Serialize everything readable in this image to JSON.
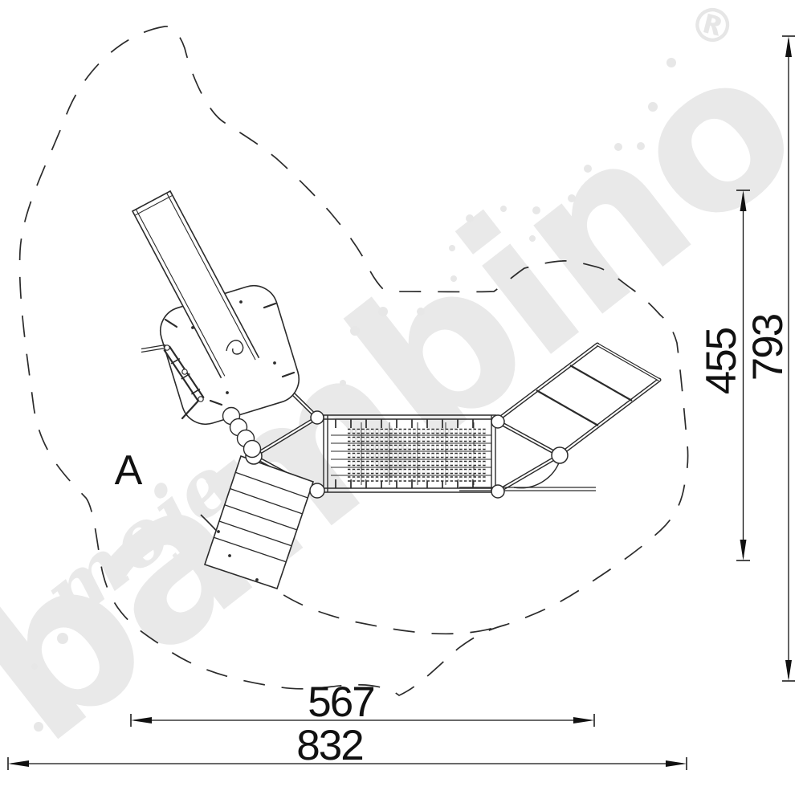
{
  "drawing": {
    "area_label": "A",
    "dimensions": {
      "horizontal_inner": "567",
      "horizontal_outer": "832",
      "vertical_inner": "455",
      "vertical_outer": "793"
    },
    "watermark": {
      "script_word": "moje",
      "brand_word": "bambino",
      "registered_mark": "®"
    },
    "colors": {
      "line": "#2b2b2b",
      "dimension": "#111111",
      "watermark": "#e9e9e9"
    }
  }
}
